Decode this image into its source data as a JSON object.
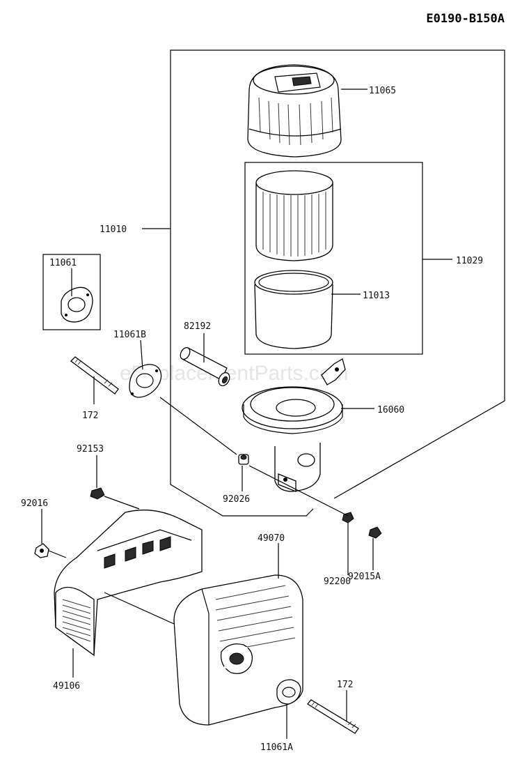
{
  "diagram_code": "E0190-B150A",
  "watermark": "eReplacementParts.com",
  "callouts": [
    {
      "id": "11065",
      "text": "11065"
    },
    {
      "id": "11010",
      "text": "11010"
    },
    {
      "id": "11029",
      "text": "11029"
    },
    {
      "id": "11013",
      "text": "11013"
    },
    {
      "id": "11061",
      "text": "11061"
    },
    {
      "id": "11061B",
      "text": "11061B"
    },
    {
      "id": "82192",
      "text": "82192"
    },
    {
      "id": "172-upper",
      "text": "172"
    },
    {
      "id": "16060",
      "text": "16060"
    },
    {
      "id": "92153",
      "text": "92153"
    },
    {
      "id": "92016",
      "text": "92016"
    },
    {
      "id": "92026",
      "text": "92026"
    },
    {
      "id": "92200",
      "text": "92200"
    },
    {
      "id": "92015A",
      "text": "92015A"
    },
    {
      "id": "49070",
      "text": "49070"
    },
    {
      "id": "49106",
      "text": "49106"
    },
    {
      "id": "172-lower",
      "text": "172"
    },
    {
      "id": "11061A",
      "text": "11061A"
    }
  ]
}
